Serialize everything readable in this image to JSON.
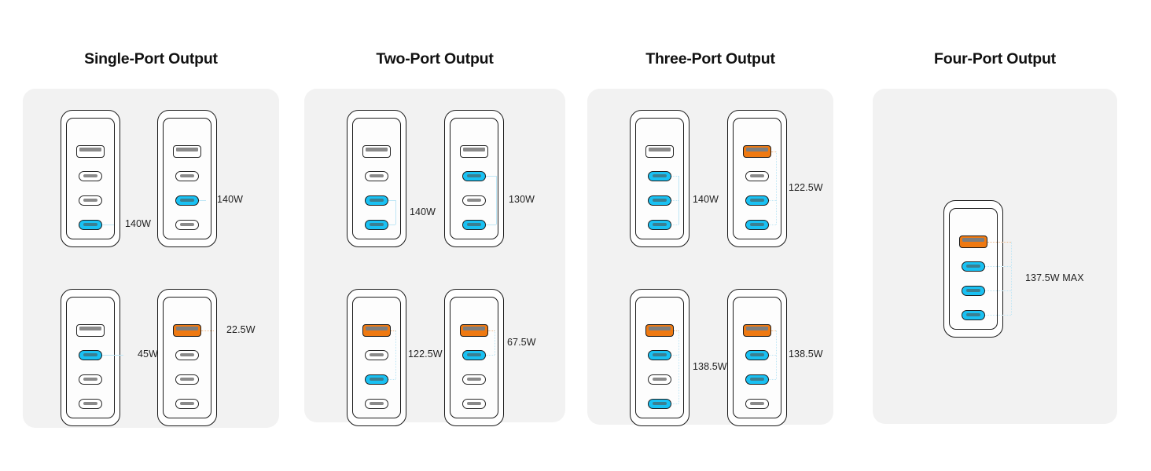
{
  "panels": [
    {
      "title": "Single-Port Output",
      "chargers": [
        {
          "ports": [
            "usba",
            "usbc",
            "usbc",
            "usbc-blue"
          ],
          "label": "140W"
        },
        {
          "ports": [
            "usba",
            "usbc",
            "usbc-blue",
            "usbc"
          ],
          "label": "140W"
        },
        {
          "ports": [
            "usba",
            "usbc-blue",
            "usbc",
            "usbc"
          ],
          "label": "45W"
        },
        {
          "ports": [
            "usba-orange",
            "usbc",
            "usbc",
            "usbc"
          ],
          "label": "22.5W"
        }
      ]
    },
    {
      "title": "Two-Port Output",
      "chargers": [
        {
          "ports": [
            "usba",
            "usbc",
            "usbc-blue",
            "usbc-blue"
          ],
          "label": "140W"
        },
        {
          "ports": [
            "usba",
            "usbc-blue",
            "usbc",
            "usbc-blue"
          ],
          "label": "130W"
        },
        {
          "ports": [
            "usba-orange",
            "usbc",
            "usbc-blue",
            "usbc"
          ],
          "label": "122.5W"
        },
        {
          "ports": [
            "usba-orange",
            "usbc-blue",
            "usbc",
            "usbc"
          ],
          "label": "67.5W"
        }
      ]
    },
    {
      "title": "Three-Port Output",
      "chargers": [
        {
          "ports": [
            "usba",
            "usbc-blue",
            "usbc-blue",
            "usbc-blue"
          ],
          "label": "140W"
        },
        {
          "ports": [
            "usba-orange",
            "usbc",
            "usbc-blue",
            "usbc-blue"
          ],
          "label": "122.5W"
        },
        {
          "ports": [
            "usba-orange",
            "usbc-blue",
            "usbc",
            "usbc-blue"
          ],
          "label": "138.5W"
        },
        {
          "ports": [
            "usba-orange",
            "usbc-blue",
            "usbc-blue",
            "usbc"
          ],
          "label": "138.5W"
        }
      ]
    },
    {
      "title": "Four-Port Output",
      "chargers": [
        {
          "ports": [
            "usba-orange",
            "usbc-blue",
            "usbc-blue",
            "usbc-blue"
          ],
          "label": "137.5W MAX"
        }
      ]
    }
  ],
  "colors": {
    "panel_background": "#f2f2f2",
    "port_active_blue": "#19c1f3",
    "port_active_orange": "#ef7911",
    "port_inactive": "#ffffff",
    "outline": "#1b1b1b",
    "connector_blue": "#bfe6f5",
    "connector_orange": "#f0b98a",
    "title_text": "#111111"
  },
  "port_types": {
    "usba": "usb-a-port-icon",
    "usba-orange": "usb-a-port-active-icon",
    "usbc": "usb-c-port-icon",
    "usbc-blue": "usb-c-port-active-icon"
  }
}
